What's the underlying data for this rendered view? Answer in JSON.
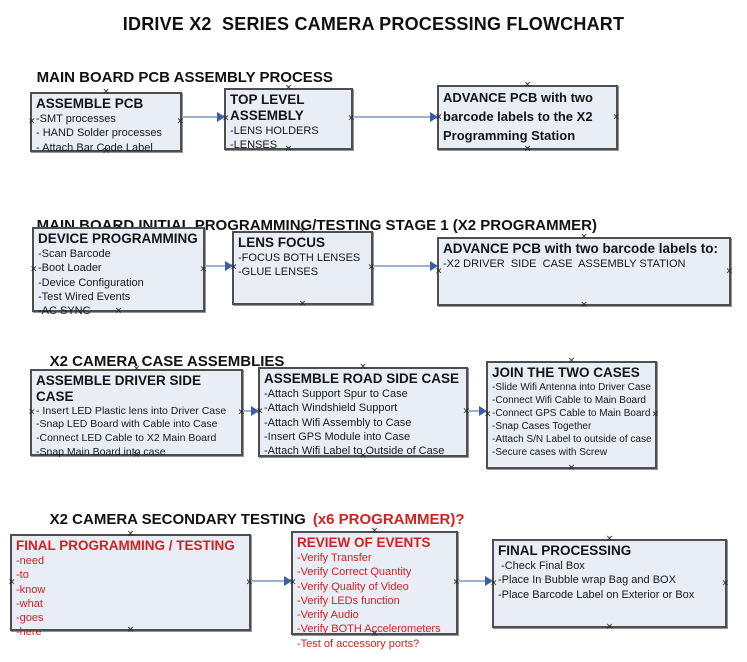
{
  "title": "IDRIVE X2  SERIES CAMERA PROCESSING FLOWCHART",
  "glyphs": {
    "handle": "×"
  },
  "colors": {
    "box_fill": "#e8edf6",
    "box_border": "#4e4e4e",
    "arrow_line": "#9db1d0",
    "arrow_head": "#3a5fa8",
    "red_text": "#cf2222",
    "text": "#141414",
    "background": "#ffffff"
  },
  "sections": [
    {
      "heading": {
        "text": "MAIN BOARD PCB ASSEMBLY PROCESS"
      },
      "boxes": [
        {
          "title": "ASSEMBLE PCB",
          "lines": [
            "-SMT processes",
            "- HAND Solder processes",
            "- Attach Bar Code Label"
          ]
        },
        {
          "title": "TOP LEVEL ASSEMBLY",
          "lines": [
            "-LENS HOLDERS",
            "-LENSES"
          ]
        },
        {
          "title": "ADVANCE PCB with two barcode labels to the X2 Programming Station",
          "lines": []
        }
      ]
    },
    {
      "heading": {
        "text": "MAIN BOARD INITIAL PROGRAMMING/TESTING STAGE 1 (X2 PROGRAMMER)"
      },
      "boxes": [
        {
          "title": "DEVICE PROGRAMMING",
          "lines": [
            "-Scan Barcode",
            "-Boot Loader",
            "-Device Configuration",
            "-Test Wired Events",
            "-AC SYNC"
          ]
        },
        {
          "title": "LENS FOCUS",
          "lines": [
            "-FOCUS BOTH LENSES",
            "-GLUE LENSES"
          ]
        },
        {
          "title": "ADVANCE PCB with two barcode labels to:",
          "lines": [
            "-X2 DRIVER  SIDE  CASE  ASSEMBLY STATION"
          ]
        }
      ]
    },
    {
      "heading": {
        "text": "X2 CAMERA CASE ASSEMBLIES"
      },
      "boxes": [
        {
          "title": "ASSEMBLE DRIVER SIDE CASE",
          "lines": [
            "- Insert LED Plastic lens into Driver Case",
            "-Snap LED Board with Cable into Case",
            "-Connect LED Cable to X2 Main Board",
            "-Snap Main Board into case"
          ]
        },
        {
          "title": "ASSEMBLE ROAD SIDE CASE",
          "lines": [
            "-Attach Support Spur to Case",
            "-Attach Windshield Support",
            "-Attach Wifi Assembly to Case",
            "-Insert GPS Module into Case",
            "-Attach Wifi Label to Outside of Case"
          ]
        },
        {
          "title": "JOIN THE TWO CASES",
          "lines": [
            "-Slide Wifi Antenna into Driver Case",
            "-Connect Wifi Cable to Main Board",
            "-Connect GPS Cable to Main Board",
            "-Snap Cases Together",
            "-Attach S/N Label to outside of case",
            "-Secure cases with Screw"
          ]
        }
      ]
    },
    {
      "heading": {
        "text": "X2 CAMERA SECONDARY TESTING",
        "suffix_red": "(x6 PROGRAMMER)?"
      },
      "boxes": [
        {
          "title": "FINAL PROGRAMMING / TESTING",
          "lines": [
            "-need",
            "-to",
            "-know",
            "-what",
            "-goes",
            "-here"
          ]
        },
        {
          "title": "REVIEW OF EVENTS",
          "lines": [
            "-Verify Transfer",
            "-Verify Correct Quantity",
            "-Verify Quality of Video",
            "-Verify LEDs function",
            "-Verify Audio",
            "-Verify BOTH Accelerometers",
            "-Test of accessory ports?"
          ]
        },
        {
          "title": "FINAL PROCESSING",
          "lines": [
            " -Check Final Box",
            "-Place In Bubble wrap Bag and BOX",
            "-Place Barcode Label on Exterior or Box"
          ]
        }
      ]
    }
  ]
}
